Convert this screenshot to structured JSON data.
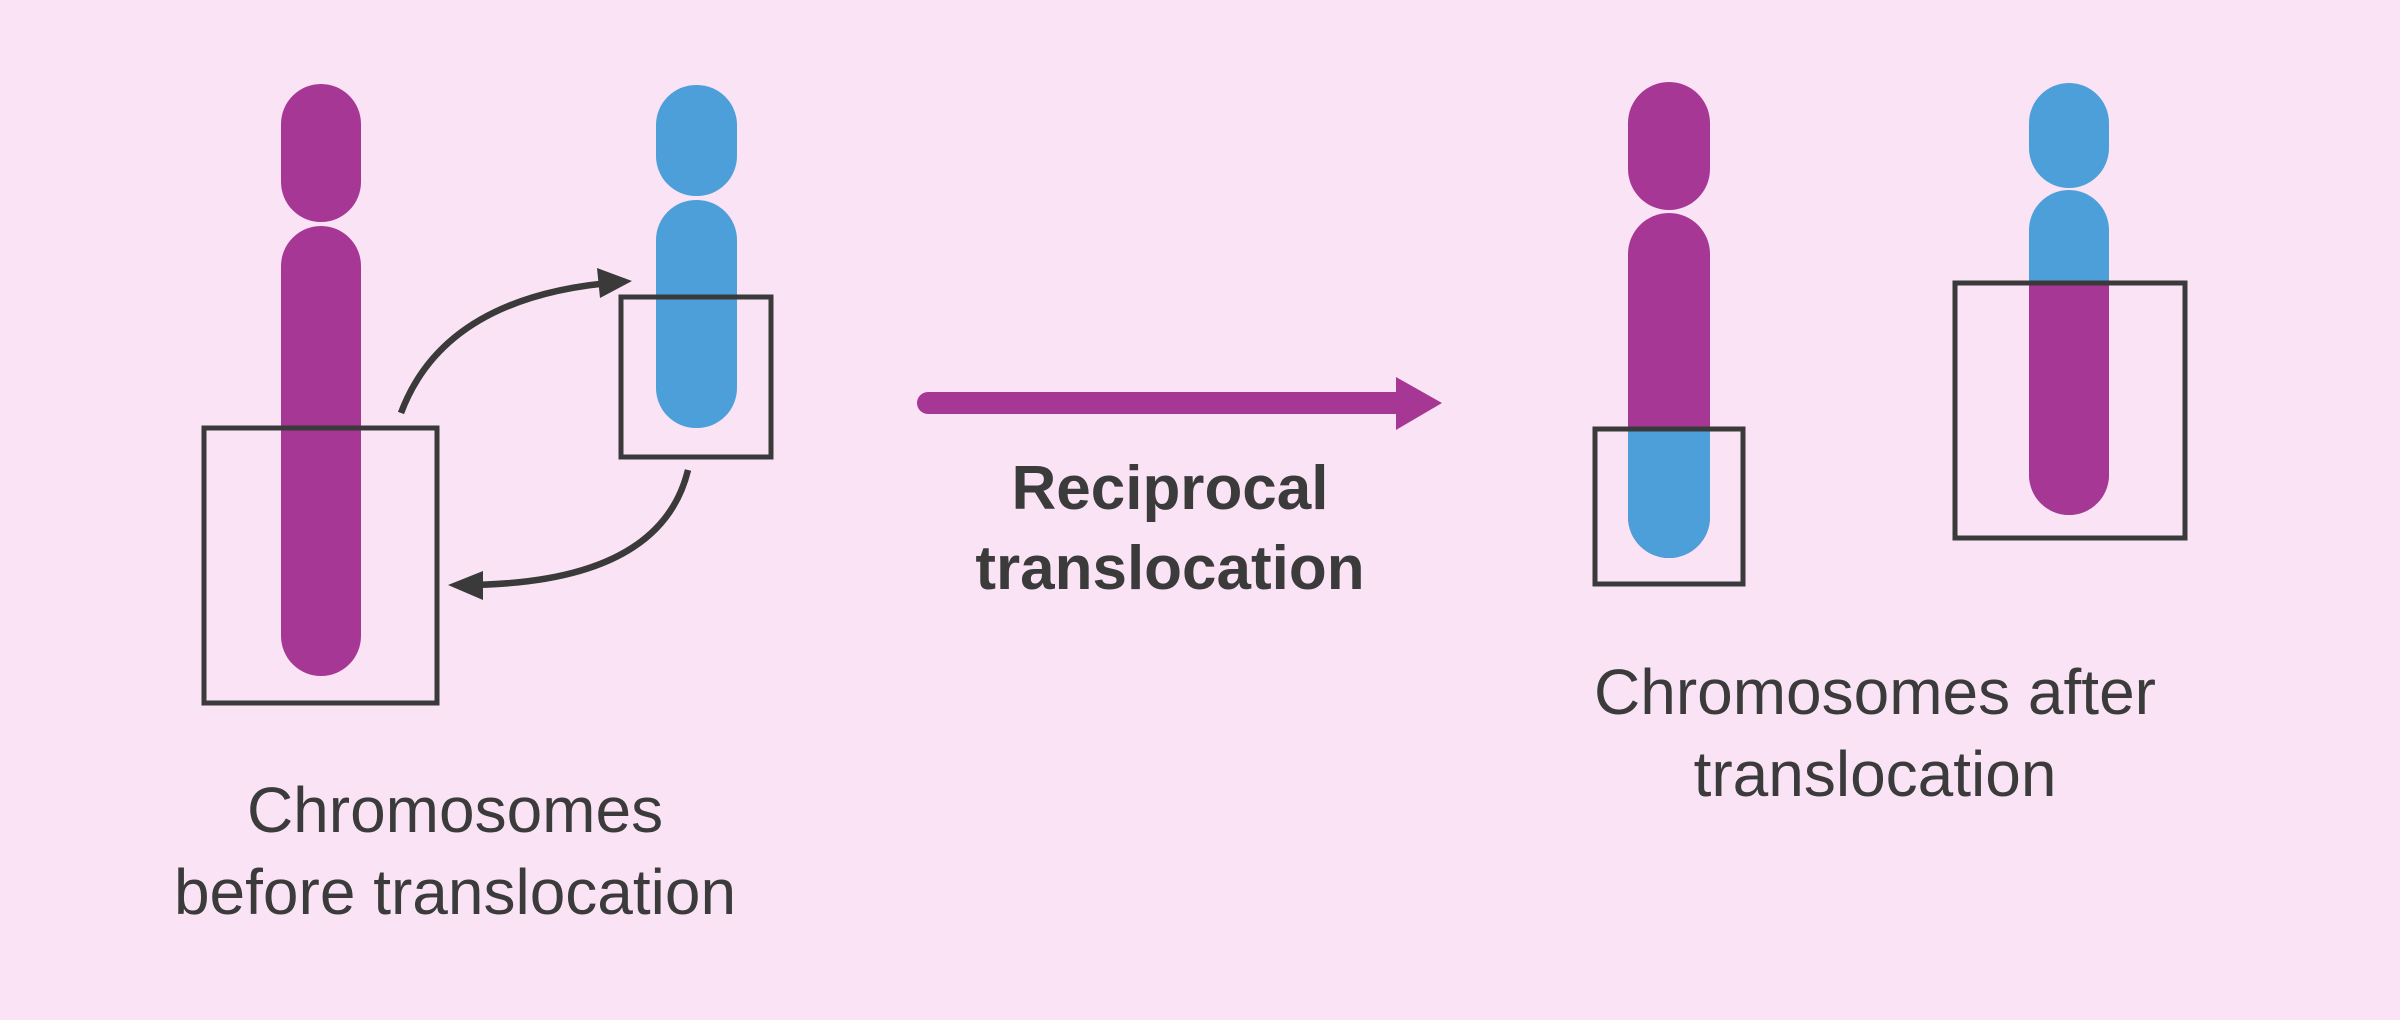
{
  "figure": {
    "title": "Reciprocal translocation diagram",
    "background": "#fbe3f6",
    "colors": {
      "magenta": "#a73795",
      "blue": "#4c9fd9",
      "outline": "#3a3a3a",
      "text": "#3b3b3b",
      "process_arrow": "#a73795"
    },
    "labels": {
      "before": {
        "line1": "Chromosomes",
        "line2": "before translocation"
      },
      "process": {
        "line1": "Reciprocal",
        "line2": "translocation"
      },
      "after": {
        "line1": "Chromosomes after",
        "line2": "translocation"
      }
    },
    "icons": [
      "swap-arrow-up-icon",
      "swap-arrow-down-icon",
      "process-arrow-icon"
    ]
  }
}
